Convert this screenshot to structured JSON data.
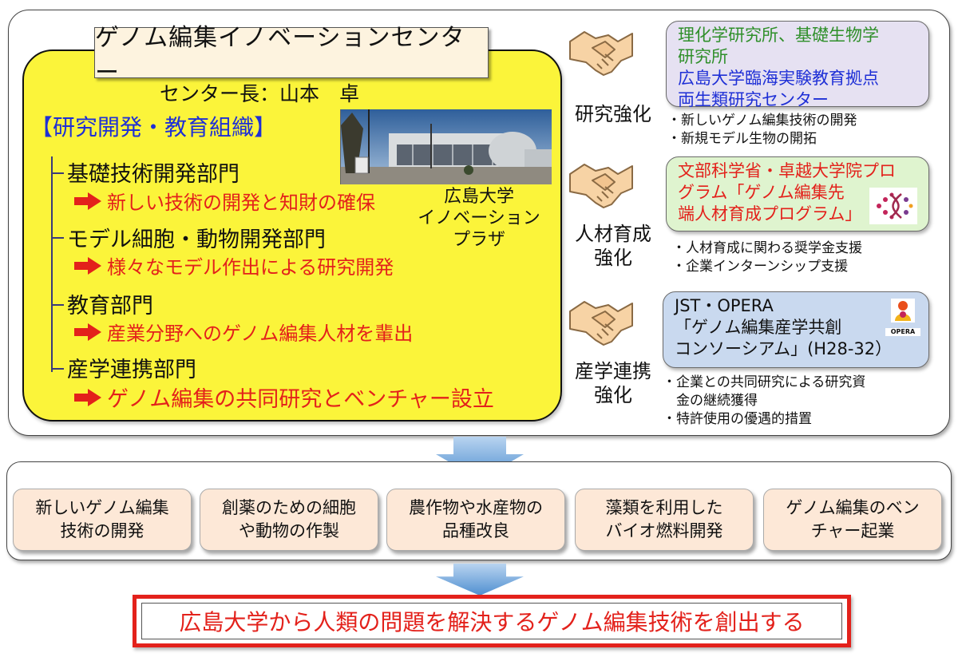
{
  "title": "ゲノム編集イノベーションセンター",
  "director": "センター長：山本　卓",
  "org_heading": "【研究開発・教育組織】",
  "departments": [
    {
      "name": "基礎技術開発部門",
      "goal": "新しい技術の開発と知財の確保"
    },
    {
      "name": "モデル細胞・動物開発部門",
      "goal": "様々なモデル作出による研究開発"
    },
    {
      "name": "教育部門",
      "goal": "産業分野へのゲノム編集人材を輩出"
    },
    {
      "name": "産学連携部門",
      "goal": "ゲノム編集の共同研究とベンチャー設立"
    }
  ],
  "photo_caption": [
    "広島大学",
    "イノベーション",
    "プラザ"
  ],
  "strengthening": [
    {
      "label": [
        "研究強化"
      ],
      "partner_lines": [
        "理化学研究所、基礎生物学",
        "研究所",
        "広島大学臨海実験教育拠点",
        "両生類研究センター"
      ],
      "bullets": [
        "・新しいゲノム編集技術の開発",
        "・新規モデル生物の開拓"
      ]
    },
    {
      "label": [
        "人材育成",
        "強化"
      ],
      "partner_lines": [
        "文部科学省・卓越大学院プロ",
        "グラム「ゲノム編集先",
        "端人材育成プログラム」"
      ],
      "bullets": [
        "・人材育成に関わる奨学金支援",
        "・企業インターンシップ支援"
      ]
    },
    {
      "label": [
        "産学連携",
        "強化"
      ],
      "partner_lines": [
        "JST・OPERA",
        "「ゲノム編集産学共創",
        "コンソーシアム」(H28-32）"
      ],
      "logo_text": "OPERA",
      "bullets": [
        "・企業との共同研究による研究資",
        "　金の継続獲得",
        "・特許使用の優遇的措置"
      ]
    }
  ],
  "outcomes": [
    [
      "新しいゲノム編集",
      "技術の開発"
    ],
    [
      "創薬のための細胞",
      "や動物の作製"
    ],
    [
      "農作物や水産物の",
      "品種改良"
    ],
    [
      "藻類を利用した",
      "バイオ燃料開発"
    ],
    [
      "ゲノム編集のベン",
      "チャー起業"
    ]
  ],
  "final_statement": "広島大学から人類の問題を解決するゲノム編集技術を創出する",
  "colors": {
    "yellow": "#fbf43a",
    "red": "#e3211b",
    "blue": "#1e2fd6",
    "green": "#2f8f2a",
    "arrow_blue": "#5b9bd5"
  }
}
